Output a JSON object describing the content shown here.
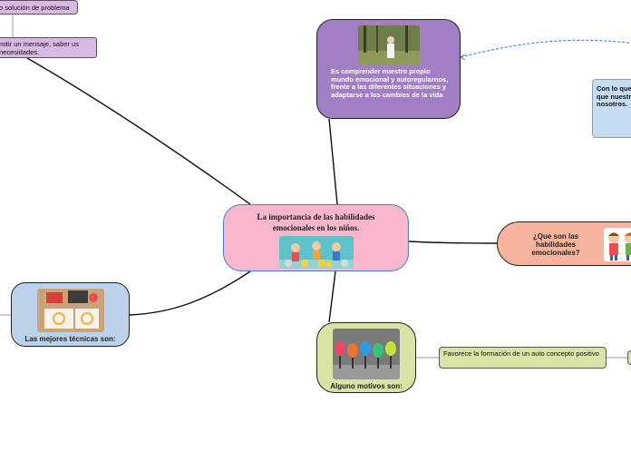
{
  "central": {
    "title": "La importancia de las habilidades emocionales en los niños.",
    "image": "children-emoji-illustration"
  },
  "nodes": {
    "definicion": {
      "text": "Es comprender nuestro propio mundo emocional y autoregularnos, frente a las diferentes situaciones y adaptarse a los cambios de la vida",
      "image": "child-in-forest-photo",
      "color": "#a27fc4"
    },
    "que_son": {
      "text": "¿Que son las habilidades emocionales?",
      "image": "cartoon-children-illustration",
      "color": "#f7b59e"
    },
    "tecnicas": {
      "text": "Las mejores técnicas son:",
      "image": "child-drawing-emotions-photo",
      "color": "#bcd2ea"
    },
    "motivos": {
      "text": "Alguno motivos son:",
      "image": "emotion-balloons-photo",
      "color": "#d8e3a5"
    }
  },
  "rects": {
    "solucion": "o solución de problema",
    "mensaje": "mitir un mensaje, saber us necesidades.",
    "favorece": "Favorece la formación de un auto concepto positivo",
    "con_lo_que": "Con lo que que nuestr nosotros."
  }
}
